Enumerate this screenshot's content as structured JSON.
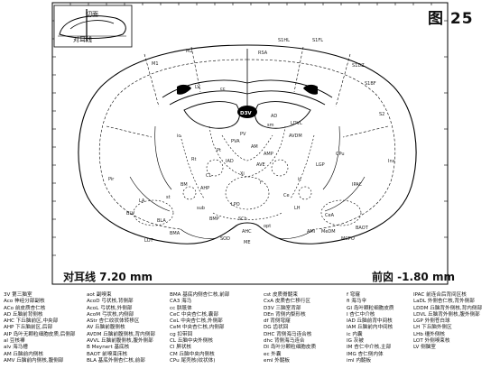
{
  "figure": {
    "title": "图 25",
    "interaural_label": "对耳线 7.20 mm",
    "bregma_label": "前囟 -1.80 mm"
  },
  "inset": {
    "section_label": "切面",
    "interaural_label": "对耳线"
  },
  "region_labels": [
    {
      "id": "s1hl",
      "text": "S1HL"
    },
    {
      "id": "s1fl",
      "text": "S1FL"
    },
    {
      "id": "s1dz",
      "text": "S1DZ"
    },
    {
      "id": "s1bf",
      "text": "S1BF"
    },
    {
      "id": "s2",
      "text": "S2"
    },
    {
      "id": "cpu",
      "text": "CPu"
    },
    {
      "id": "lgp",
      "text": "LGP"
    },
    {
      "id": "ic",
      "text": "ic"
    },
    {
      "id": "amp",
      "text": "AMP"
    },
    {
      "id": "lh",
      "text": "LH"
    },
    {
      "id": "ahc",
      "text": "AHC"
    },
    {
      "id": "bla",
      "text": "BLA"
    },
    {
      "id": "blv",
      "text": "BLV"
    },
    {
      "id": "cea",
      "text": "CeA"
    },
    {
      "id": "sod",
      "text": "SOD"
    },
    {
      "id": "lot",
      "text": "LOT"
    },
    {
      "id": "lpo",
      "text": "LPO"
    },
    {
      "id": "pv",
      "text": "PV"
    },
    {
      "id": "sm",
      "text": "sm"
    },
    {
      "id": "opt",
      "text": "opt"
    },
    {
      "id": "mcpo",
      "text": "MCPO"
    },
    {
      "id": "cc",
      "text": "cc"
    },
    {
      "id": "rsa",
      "text": "RSA"
    },
    {
      "id": "m2",
      "text": "M2"
    },
    {
      "id": "m1",
      "text": "M1"
    },
    {
      "id": "avdm",
      "text": "AVDM"
    },
    {
      "id": "ad",
      "text": "AD"
    },
    {
      "id": "rt",
      "text": "Rt"
    },
    {
      "id": "pva",
      "text": "PVA"
    },
    {
      "id": "pt",
      "text": "Pt"
    },
    {
      "id": "am",
      "text": "AM"
    },
    {
      "id": "cl",
      "text": "CL"
    },
    {
      "id": "iad",
      "text": "IAD"
    },
    {
      "id": "bm",
      "text": "BM"
    },
    {
      "id": "d3v",
      "text": "D3V"
    },
    {
      "id": "ic2",
      "text": "ic"
    },
    {
      "id": "sch",
      "text": "SCh"
    },
    {
      "id": "me",
      "text": "ME"
    },
    {
      "id": "bmp",
      "text": "BMP"
    },
    {
      "id": "la",
      "text": "LA"
    },
    {
      "id": "pir",
      "text": "Pir"
    },
    {
      "id": "ami",
      "text": "AMI"
    },
    {
      "id": "baot",
      "text": "BAOT"
    },
    {
      "id": "medm",
      "text": "MeDM"
    },
    {
      "id": "bm2",
      "text": "BMA"
    },
    {
      "id": "stria",
      "text": "st"
    },
    {
      "id": "ipac",
      "text": "IPAC"
    },
    {
      "id": "sub",
      "text": "sub"
    },
    {
      "id": "ahp",
      "text": "AHP"
    },
    {
      "id": "xi",
      "text": "Xi"
    },
    {
      "id": "ce",
      "text": "Ce"
    },
    {
      "id": "f",
      "text": "f"
    },
    {
      "id": "ave",
      "text": "AVE"
    },
    {
      "id": "lv",
      "text": "LV"
    },
    {
      "id": "ins",
      "text": "Ins"
    },
    {
      "id": "ldvl",
      "text": "LDVL"
    }
  ],
  "legend": {
    "columns": [
      {
        "items": [
          "3V 第三脑室",
          "Aco 神经分部副核",
          "ACo 前皮质杏仁核",
          "AD 丘脑前背侧核",
          "AHC 下丘脑前区,中央部",
          "AHP 下丘脑前区,后部",
          "AIP 岛叶无颗粒细胞皮质,后侧部",
          "al 豆核襻",
          "alv 海马槽",
          "AM 丘脑前内侧核",
          "AMV 丘脑前内侧核,腹侧部"
        ]
      },
      {
        "items": [
          "aot 副嗅束",
          "AcoD 弓状核,背侧部",
          "AcoL 弓状核,外侧部",
          "AcoM 弓状核,内侧部",
          "AStr 杏仁纹状体转移区",
          "AV 丘脑前腹侧核",
          "AVDM 丘脑前腹侧核,背内侧部",
          "AVVL 丘脑前腹侧核,腹外侧部",
          "B Meynert 基底核",
          "BAOT 前嗅束床核",
          "BLA 基底外侧杏仁核,前部"
        ]
      },
      {
        "items": [
          "BMA 基底内侧杏仁核,前部",
          "CA3 海马",
          "cc 胼胝体",
          "CeC 中央杏仁核,囊部",
          "CeL 中央杏仁核,外侧部",
          "CeM 中央杏仁核,内侧部",
          "cg 扣带回",
          "CL 丘脑中央外侧核",
          "Cl 屏状核",
          "CM 丘脑中央内侧核",
          "CPu 尾壳核(纹状体)"
        ]
      },
      {
        "items": [
          "cst 皮质脊髓束",
          "CxA 皮质杏仁移行区",
          "D3V 三脑室背部",
          "DEn 背侧内梨形核",
          "df 背侧穹窿",
          "DG 齿状回",
          "DHC 背侧海马连合核",
          "dhc 背侧海马连合",
          "DI 岛叶分颗粒细胞皮质",
          "ec 外囊",
          "eml 外髓板"
        ]
      },
      {
        "items": [
          "f 穹窿",
          "fi 海马伞",
          "GI 岛叶颗粒细胞皮质",
          "I 杏仁中介核",
          "IAD 丘脑前背中间核",
          "IAM 丘脑前内中间核",
          "ic 内囊",
          "IG 灰被",
          "IM 杏仁中介核,主部",
          "IMG 杏仁侧内体",
          "iml 内髓板"
        ]
      },
      {
        "items": [
          "IPAC 前连合后背间区核",
          "LaDL 外侧杏仁核,背外侧部",
          "LDDM 丘脑背外侧核,背内侧部",
          "LDVL 丘脑背外侧核,腹外侧部",
          "LGP 外侧苍白球",
          "LH 下丘脑外侧区",
          "LHb 缰外侧核",
          "LOT 外侧嗅束核",
          "LV 侧脑室"
        ]
      }
    ]
  }
}
